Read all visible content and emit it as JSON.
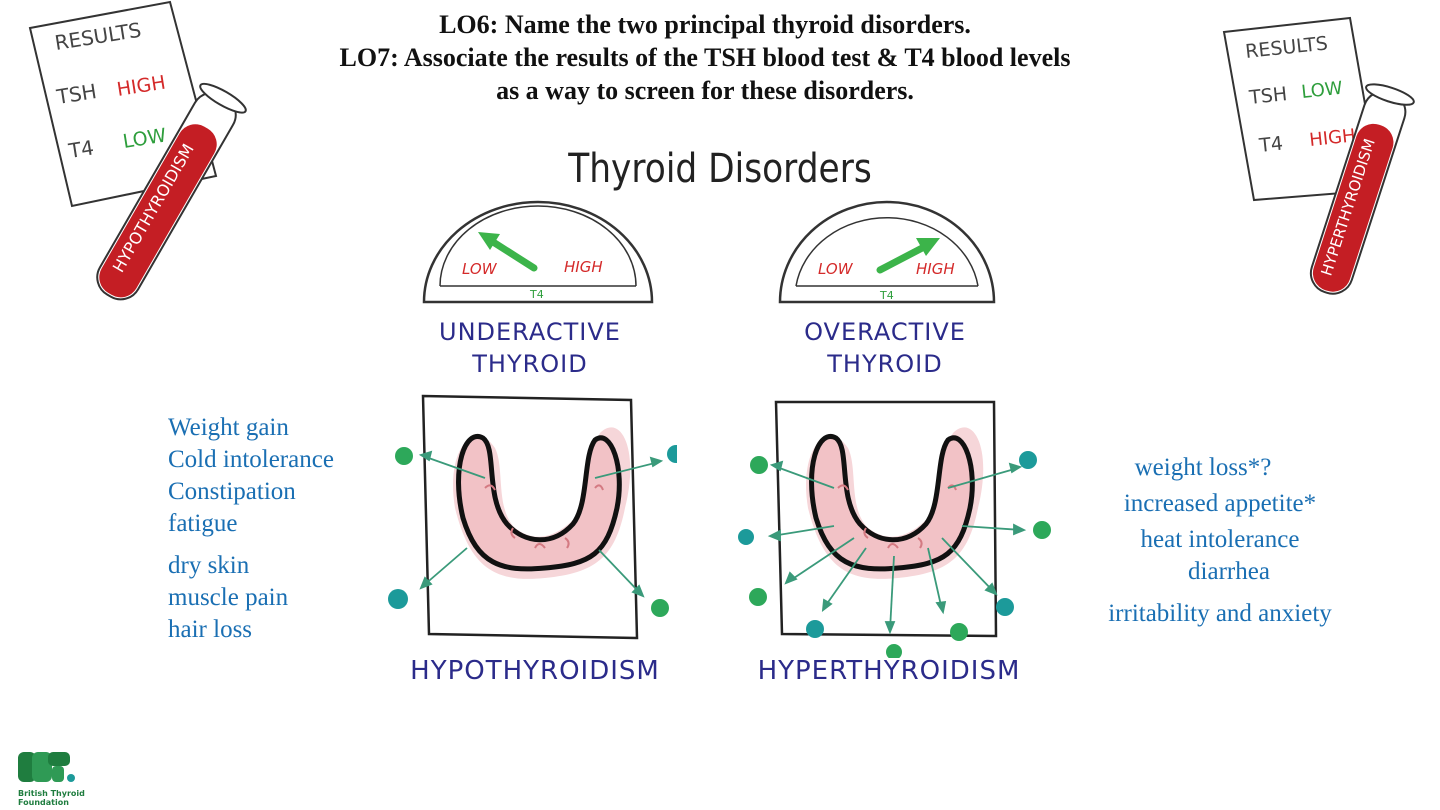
{
  "header": {
    "line1": "LO6: Name the two principal thyroid disorders.",
    "line2": "LO7: Associate the results of the TSH blood test & T4 blood levels",
    "line3": "as a way to screen for these disorders."
  },
  "diagram_title": "Thyroid Disorders",
  "left_card": {
    "heading": "RESULTS",
    "row1_label": "TSH",
    "row1_value": "HIGH",
    "row2_label": "T4",
    "row2_value": "LOW",
    "tube_label": "HYPOTHYROIDISM"
  },
  "right_card": {
    "heading": "RESULTS",
    "row1_label": "TSH",
    "row1_value": "LOW",
    "row2_label": "T4",
    "row2_value": "HIGH",
    "tube_label": "HYPERTHYROIDISM"
  },
  "left_gauge": {
    "low": "LOW",
    "high": "HIGH",
    "unit": "T4",
    "level": 0.2
  },
  "right_gauge": {
    "low": "LOW",
    "high": "HIGH",
    "unit": "T4",
    "level": 0.8
  },
  "left_condition": {
    "line1": "UNDERACTIVE",
    "line2": "THYROID",
    "disorder": "HYPOTHYROIDISM"
  },
  "right_condition": {
    "line1": "OVERACTIVE",
    "line2": "THYROID",
    "disorder": "HYPERTHYROIDISM"
  },
  "hypo_symptoms": [
    "Weight gain",
    "Cold intolerance",
    "Constipation",
    "fatigue",
    "dry skin",
    "muscle pain",
    "hair loss"
  ],
  "hyper_symptoms": [
    "weight loss*?",
    "increased appetite*",
    "heat intolerance",
    "diarrhea",
    "irritability and anxiety"
  ],
  "logo": {
    "mark": "BTF",
    "line1": "British Thyroid",
    "line2": "Foundation"
  },
  "colors": {
    "symptom_text": "#1a6fb3",
    "condition_text": "#2b2b8a",
    "gauge_arrow": "#3cb44a",
    "value_red": "#d42a2a",
    "value_green": "#2e9e3c",
    "tube": "#c41e24",
    "thyroid_fill": "#f2c2c6",
    "dot_green": "#2da85a",
    "dot_teal": "#1c9a9a"
  }
}
